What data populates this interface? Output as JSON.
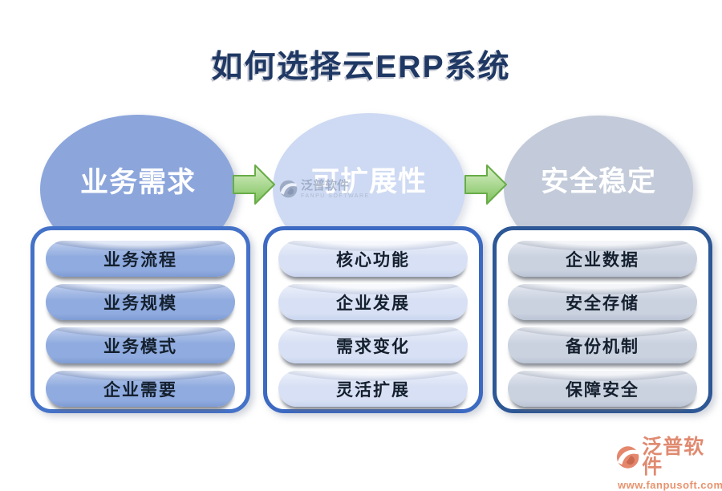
{
  "title": "如何选择云ERP系统",
  "columns": [
    {
      "header": "业务需求",
      "items": [
        "业务流程",
        "业务规模",
        "业务模式",
        "企业需要"
      ]
    },
    {
      "header": "可扩展性",
      "items": [
        "核心功能",
        "企业发展",
        "需求变化",
        "灵活扩展"
      ]
    },
    {
      "header": "安全稳定",
      "items": [
        "企业数据",
        "安全存储",
        "备份机制",
        "保障安全"
      ]
    }
  ],
  "watermark": {
    "brand": "泛普软件",
    "brand_sub": "FANPU SOFTWARE"
  },
  "footer_logo": {
    "brand": "泛普软件",
    "website": "www.fanpusoft.com"
  },
  "colors": {
    "title_text": "#1F3864",
    "circle_1": "#8CA6DC",
    "circle_2": "#CEDAF3",
    "circle_3": "#C3CBDA",
    "panel_border_1": "#4472C8",
    "panel_border_2": "#3C69C2",
    "panel_border_3": "#2D5795",
    "pill_1": "#8FABDF",
    "pill_2": "#D7E0F4",
    "pill_3": "#CAD2E0",
    "arrow_green": "#7BC159",
    "brand_salmon": "#E4876C"
  }
}
